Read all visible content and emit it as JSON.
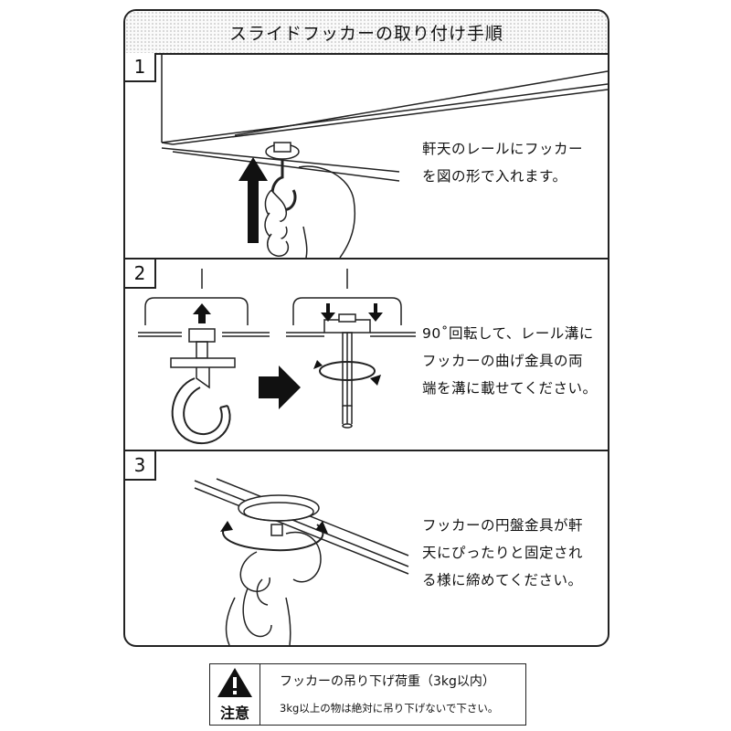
{
  "title": "スライドフッカーの取り付け手順",
  "steps": [
    {
      "number": "1",
      "text": "軒天のレールにフッカー\nを図の形で入れます。"
    },
    {
      "number": "2",
      "text": "90˚回転して、レール溝に\nフッカーの曲げ金具の両\n端を溝に載せてください。"
    },
    {
      "number": "3",
      "text": "フッカーの円盤金具が軒\n天にぴったりと固定され\nる様に締めてください。"
    }
  ],
  "caution": {
    "label": "注意",
    "main": "フッカーの吊り下げ荷重（3kg以内）",
    "sub": "3kg以上の物は絶対に吊り下げないで下さい。"
  },
  "icons": {
    "caution": "warning-triangle-icon",
    "direction": "arrow-right-icon",
    "rotation": "rotate-arrow-icon"
  },
  "colors": {
    "line": "#222222",
    "paper": "#ffffff"
  }
}
